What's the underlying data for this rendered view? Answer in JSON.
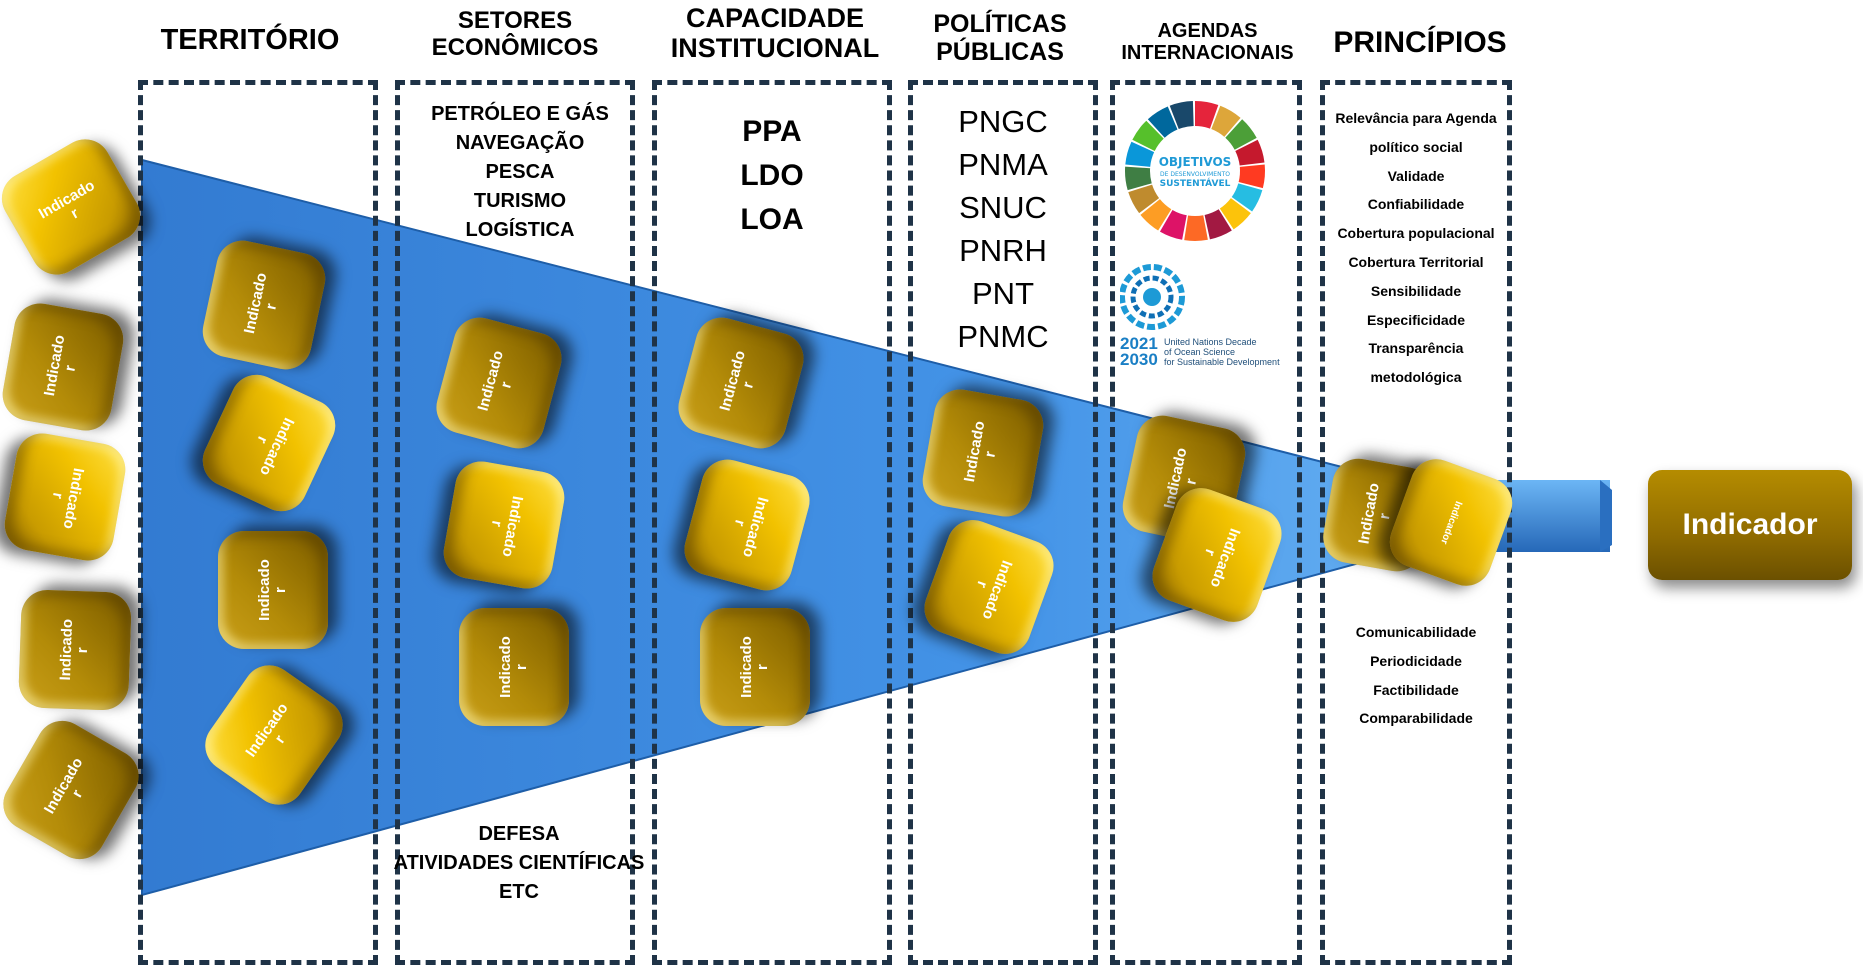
{
  "columns": [
    {
      "title": "TERRITÓRIO"
    },
    {
      "title": "SETORES\nECONÔMICOS"
    },
    {
      "title": "CAPACIDADE\nINSTITUCIONAL"
    },
    {
      "title": "POLÍTICAS\nPÚBLICAS"
    },
    {
      "title": "AGENDAS\nINTERNACIONAIS"
    },
    {
      "title": "PRINCÍPIOS"
    }
  ],
  "setores_top": [
    "PETRÓLEO E GÁS",
    "NAVEGAÇÃO",
    "PESCA",
    "TURISMO",
    "LOGÍSTICA"
  ],
  "setores_bottom": [
    "DEFESA",
    "ATIVIDADES CIENTÍFICAS",
    "ETC"
  ],
  "capacidade": [
    "PPA",
    "LDO",
    "LOA"
  ],
  "politicas": [
    "PNGC",
    "PNMA",
    "SNUC",
    "PNRH",
    "PNT",
    "PNMC"
  ],
  "principios_top": [
    "Relevância para Agenda",
    "político social",
    "Validade",
    "Confiabilidade",
    "Cobertura populacional",
    "Cobertura Territorial",
    "Sensibilidade",
    "Especificidade",
    "Transparência",
    "metodológica"
  ],
  "principios_bottom": [
    "Comunicabilidade",
    "Periodicidade",
    "Factibilidade",
    "Comparabilidade"
  ],
  "cube_label": "Indicado\nr",
  "cube_label_small": "Indicador",
  "final_label": "Indicador",
  "sdg_logo": {
    "line1": "OBJETIVOS",
    "line2": "DE DESENVOLVIMENTO",
    "line3": "SUSTENTÁVEL"
  },
  "ocean_logo": {
    "year1": "2021",
    "year2": "2030",
    "line1": "United Nations Decade",
    "line2": "of Ocean Science",
    "line3": "for Sustainable Development"
  },
  "colors": {
    "funnel": "#2f7fd6",
    "dash": "#1f3347",
    "cube": "#f2c200",
    "final": "#8f6b00"
  }
}
